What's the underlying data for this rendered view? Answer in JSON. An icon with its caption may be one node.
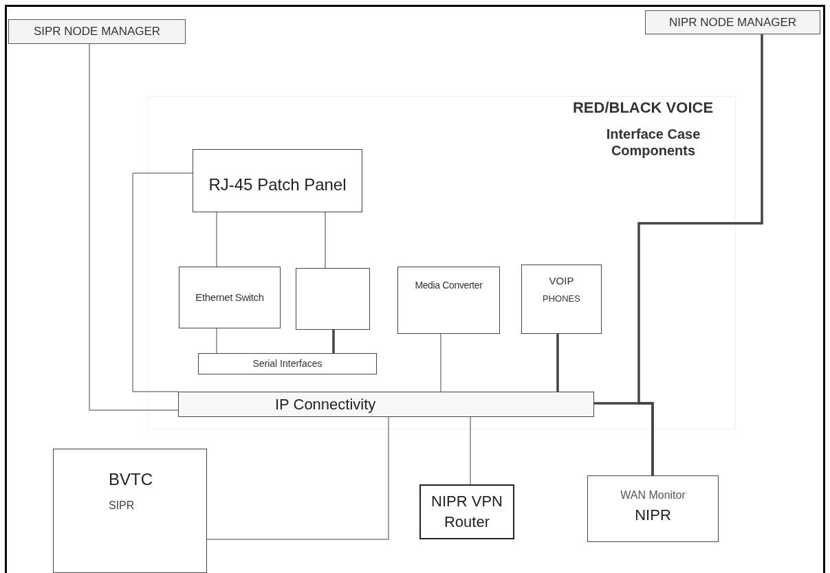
{
  "diagram": {
    "title": "RED/BLACK VOICE",
    "nodes": [
      {
        "text": [
          "SIPR NODE MANAGER"
        ]
      },
      {
        "text": [
          "NIPR NODE MANAGER"
        ]
      },
      {
        "text": [
          "RJ-45 Patch Panel"
        ]
      },
      {
        "text": [
          "Ethernet Switch"
        ]
      },
      {
        "text": [],
        "shape": "box"
      },
      {
        "text": [
          "Media Converter"
        ]
      },
      {
        "text": [
          "VOIP",
          "PHONES"
        ]
      },
      {
        "text": [
          "Serial Interfaces"
        ]
      },
      {
        "text": [
          "IP Connectivity"
        ]
      },
      {
        "text": [
          "BVTC",
          "SIPR"
        ]
      },
      {
        "text": [
          "NIPR VPN Router"
        ]
      },
      {
        "text": [
          "WAN Monitor",
          "NIPR"
        ]
      }
    ],
    "edges": [
      {
        "from": 0,
        "to": 8,
        "arrow": "none"
      },
      {
        "from": 2,
        "to": 8,
        "arrow": "none"
      },
      {
        "from": 2,
        "to": 3,
        "arrow": "none"
      },
      {
        "from": 2,
        "to": 4,
        "arrow": "none"
      },
      {
        "from": 3,
        "to": 7,
        "arrow": "none"
      },
      {
        "from": 4,
        "to": 7,
        "arrow": "none",
        "style": "thick"
      },
      {
        "from": 5,
        "to": 8,
        "arrow": "none"
      },
      {
        "from": 6,
        "to": 8,
        "arrow": "none",
        "style": "thick"
      },
      {
        "from": 1,
        "to": 11,
        "arrow": "none",
        "style": "thick"
      },
      {
        "from": 8,
        "to": 11,
        "arrow": "none",
        "style": "thick"
      },
      {
        "from": 8,
        "to": 9,
        "arrow": "none"
      },
      {
        "from": 8,
        "to": 10,
        "arrow": "none"
      }
    ],
    "labels": [
      "Interface Case Components"
    ]
  }
}
